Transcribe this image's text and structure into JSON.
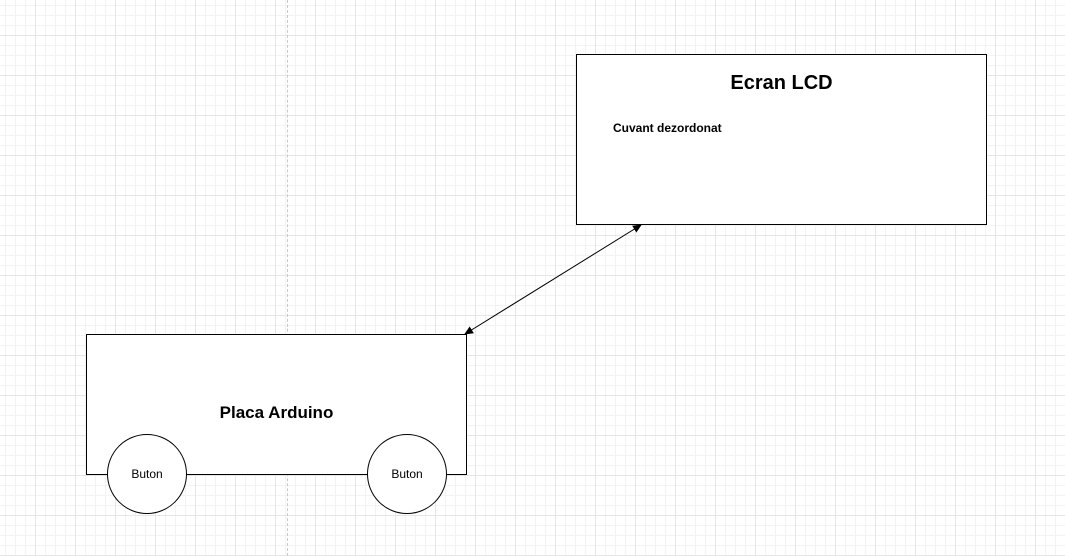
{
  "diagram": {
    "lcd": {
      "title": "Ecran LCD",
      "text": "Cuvant dezordonat"
    },
    "arduino": {
      "title": "Placa Arduino",
      "buttons": [
        "Buton",
        "Buton"
      ]
    },
    "connector": {
      "from": "arduino",
      "to": "lcd",
      "style": "bidirectional-arrow"
    },
    "colors": {
      "stroke": "#000000",
      "fill": "#ffffff",
      "grid": "#e6e6e6"
    }
  }
}
